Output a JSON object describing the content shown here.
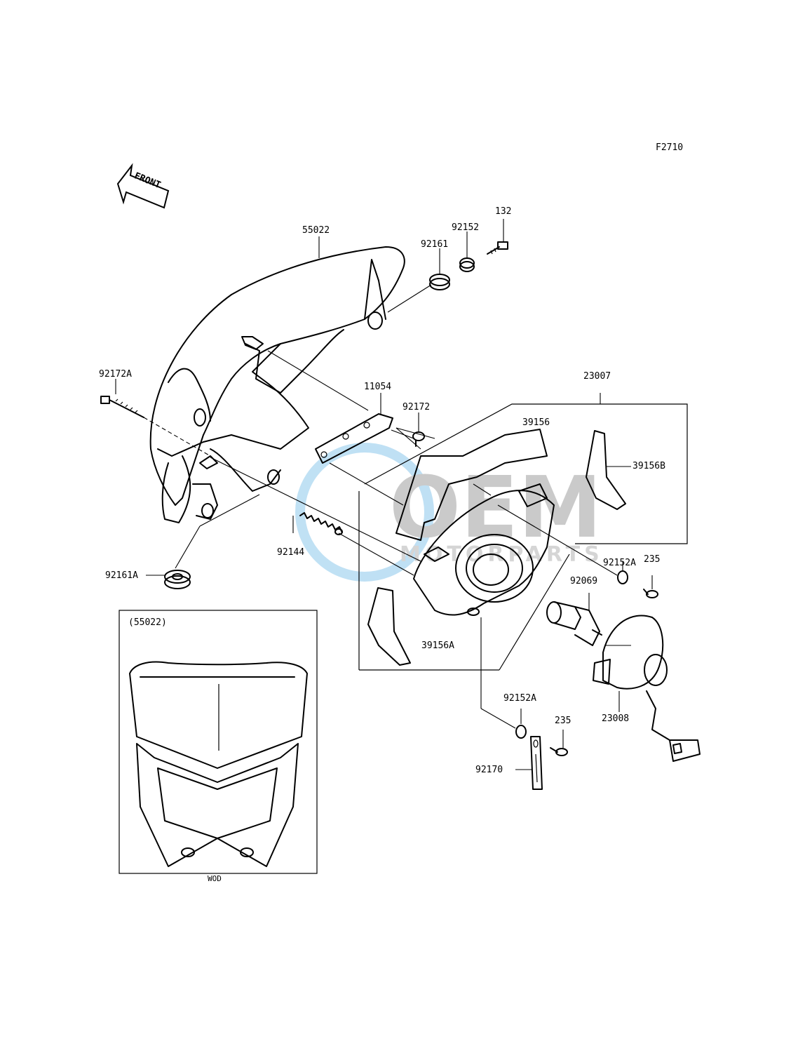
{
  "figure_code": "F2710",
  "front_label": "FRONT",
  "inset": {
    "ref": "(55022)",
    "caption": "WOD"
  },
  "watermark": {
    "brand": "OEM",
    "sub": "MOTORPARTS",
    "color": "#4aa8e0"
  },
  "parts": {
    "p55022": "55022",
    "p92161": "92161",
    "p92152": "92152",
    "p132": "132",
    "p92172A": "92172A",
    "p11054": "11054",
    "p92172": "92172",
    "p23007": "23007",
    "p39156": "39156",
    "p39156B": "39156B",
    "p92144": "92144",
    "p92161A": "92161A",
    "p92152A_1": "92152A",
    "p235_1": "235",
    "p92069": "92069",
    "p39156A": "39156A",
    "p23008": "23008",
    "p92152A_2": "92152A",
    "p235_2": "235",
    "p92170": "92170"
  }
}
